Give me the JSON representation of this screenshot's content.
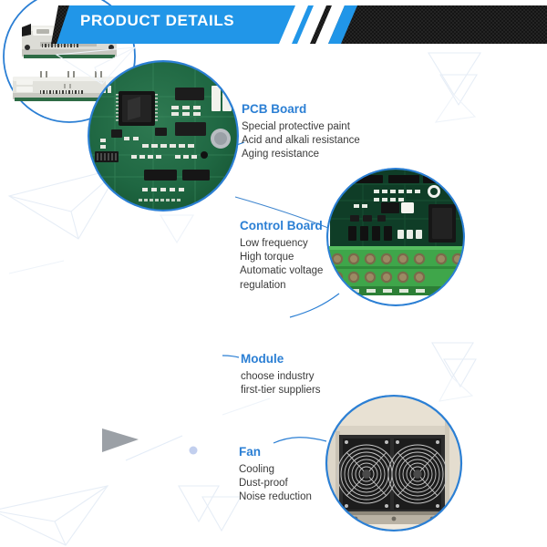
{
  "header": {
    "title": "PRODUCT DETAILS",
    "banner_dark_color": "#1a1a1a",
    "banner_blue_color": "#2196e8",
    "stripe_color": "#ffffff",
    "stripe_count": 3
  },
  "theme": {
    "accent_blue": "#2b7fd4",
    "circle_outline_blue": "#2b7fd4",
    "body_text_color": "#3a3a3a",
    "page_background": "#ffffff",
    "watermark_color": "#e8eef6"
  },
  "features": [
    {
      "id": "pcb-board",
      "title": "PCB Board",
      "lines": [
        "Special protective paint",
        "Acid and alkali resistance",
        "Aging resistance"
      ],
      "image_name": "pcb-board-photo",
      "image_alt": "Green printed circuit board with black IC chip and surface mount components"
    },
    {
      "id": "control-board",
      "title": "Control Board",
      "lines": [
        "Low frequency",
        "High torque",
        "Automatic voltage",
        "regulation"
      ],
      "image_name": "control-board-photo",
      "image_alt": "Green control board with screw terminal blocks and black relay"
    },
    {
      "id": "module",
      "title": "Module",
      "lines": [
        "choose industry",
        "first-tier suppliers"
      ],
      "image_name": "igbt-module-photo",
      "image_alt": "Two light grey IGBT power modules"
    },
    {
      "id": "fan",
      "title": "Fan",
      "lines": [
        "Cooling",
        "Dust-proof",
        "Noise reduction"
      ],
      "image_name": "cooling-fan-photo",
      "image_alt": "Two black cooling fan grilles on beige cabinet"
    }
  ]
}
